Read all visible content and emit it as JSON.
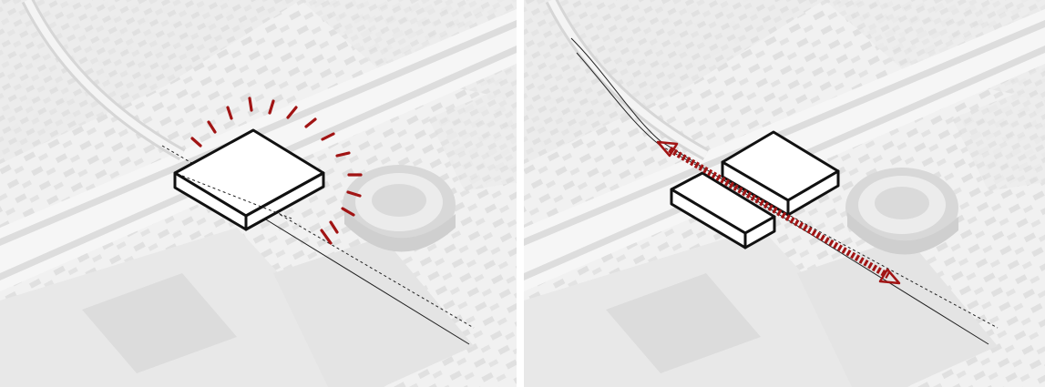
{
  "diagram": {
    "panels": [
      {
        "id": "before",
        "subject": "single-volume-radiating"
      },
      {
        "id": "after",
        "subject": "split-volumes-with-passage"
      }
    ],
    "colors": {
      "accent": "#a11414",
      "linework": "#111111",
      "guide_line": "#222222",
      "basemap_light": "#efefef",
      "basemap_mid": "#dcdcdc",
      "basemap_dark": "#c9c9c9",
      "volume_fill": "#ffffff"
    },
    "icons": [
      "radiating-lines-icon",
      "double-arrow-icon"
    ]
  }
}
